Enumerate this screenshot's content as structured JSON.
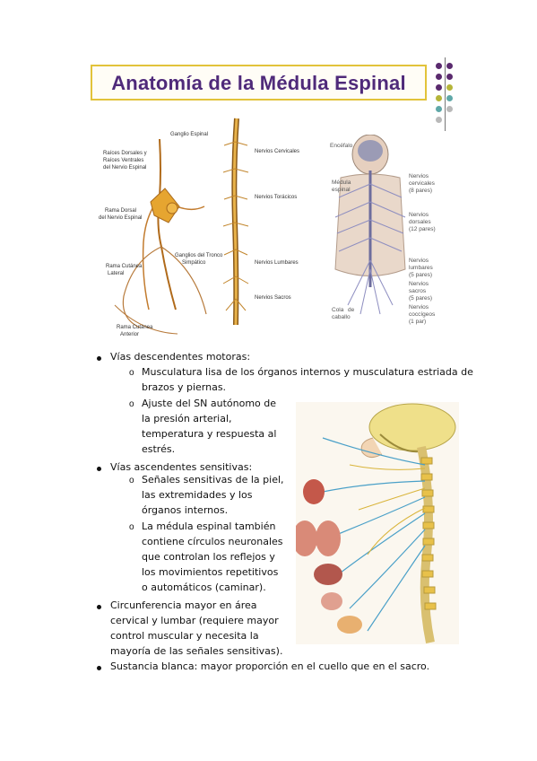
{
  "title": "Anatomía de la Médula Espinal",
  "accent_colors": {
    "title_text": "#4f2a7a",
    "banner_border": "#e2c33a",
    "dot_purple": "#5a2a6e",
    "dot_olive": "#b5b53a",
    "dot_teal": "#5fa8a8",
    "dot_gray": "#b9b9b9"
  },
  "figure_left": {
    "labels": [
      "Ganglio Espinal",
      "Raíces Dorsales y",
      "Raíces Ventrales",
      "del Nervio Espinal",
      "Rama Dorsal",
      "del Nervio Espinal",
      "Ganglios del Tronco",
      "Simpático",
      "Rama Cutánea",
      "Lateral",
      "Rama Cutánea",
      "Anterior"
    ]
  },
  "figure_mid": {
    "labels": [
      "Nervios Cervicales",
      "Nervios Torácicos",
      "Nervios Lumbares",
      "Nervios Sacros"
    ]
  },
  "figure_right": {
    "labels": [
      "Encéfalo",
      "Médula",
      "espinal",
      "Nervios",
      "cervicales",
      "(8 pares)",
      "Nervios",
      "dorsales",
      "(12 pares)",
      "Nervios",
      "lumbares",
      "(5 pares)",
      "Nervios",
      "sacros",
      "(5 pares)",
      "Nervios",
      "coccígeos",
      "(1 par)",
      "Cola",
      "de",
      "caballo"
    ]
  },
  "lines": [
    "Vías descendentes motoras:",
    "Musculatura lisa de los órganos internos y musculatura estriada de",
    "brazos y piernas.",
    "Ajuste del SN autónomo de",
    "la presión arterial,",
    "temperatura y respuesta al",
    "estrés.",
    "Vías ascendentes sensitivas:",
    "Señales sensitivas de la piel,",
    "las extremidades y los",
    "órganos internos.",
    "La médula espinal también",
    "contiene círculos neuronales",
    "que controlan los reflejos y",
    "los movimientos repetitivos",
    "o automáticos (caminar).",
    "Circunferencia mayor en área",
    "cervical y lumbar (requiere mayor",
    "control muscular y necesita la",
    "mayoría de las señales sensitivas).",
    "Sustancia blanca: mayor proporción en el cuello que en el sacro."
  ],
  "sub_marker": "o"
}
